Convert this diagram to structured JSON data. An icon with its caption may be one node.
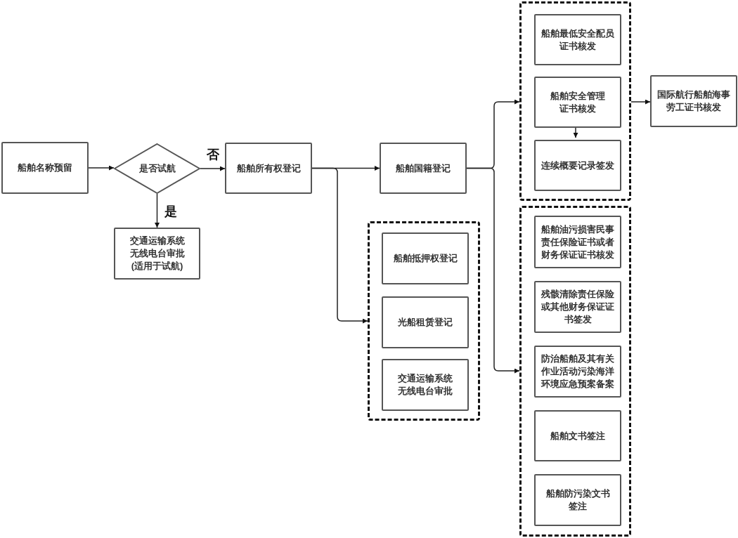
{
  "diagram": {
    "nodes": [
      {
        "text": [
          "船舶名称预留"
        ]
      },
      {
        "text": [
          "是否试航"
        ]
      },
      {
        "text": [
          "交通运输系统无线电台审批(适用于试航)"
        ]
      },
      {
        "text": [
          "船舶所有权登记"
        ]
      },
      {
        "text": [
          "船舶国籍登记"
        ]
      },
      {
        "text": [],
        "shape": "box"
      },
      {
        "text": [
          "船舶抵押权登记"
        ],
        "in": 5
      },
      {
        "text": [
          "光船租赁登记"
        ],
        "in": 5
      },
      {
        "text": [
          "交通运输系统无线电台审批"
        ],
        "in": 5
      },
      {
        "text": [],
        "shape": "box"
      },
      {
        "text": [
          "船舶最低安全配员证书核发"
        ],
        "in": 9
      },
      {
        "text": [
          "船舶安全管理证书核发"
        ],
        "in": 9
      },
      {
        "text": [
          "连续概要记录签发"
        ],
        "in": 9
      },
      {
        "text": [
          "国际航行船舶海事劳工证书核发"
        ]
      },
      {
        "text": [],
        "shape": "box"
      },
      {
        "text": [
          "船舶油污损害民事责任保险证书或者财务保证证书核发"
        ],
        "in": 14
      },
      {
        "text": [
          "残骸清除责任保险或其他财务保证证书签发"
        ],
        "in": 14
      },
      {
        "text": [
          "防治船舶及其有关作业活动污染海洋环境应急预案备案"
        ],
        "in": 14
      },
      {
        "text": [
          "船舶文书签注"
        ],
        "in": 14
      },
      {
        "text": [
          "船舶防污染文书签注"
        ],
        "in": 14
      }
    ],
    "edges": [
      {
        "from": 0,
        "to": 1,
        "arrow": "to"
      },
      {
        "from": 1,
        "to": 3,
        "arrow": "to",
        "label": "否"
      },
      {
        "from": 1,
        "to": 2,
        "arrow": "to",
        "label": "是"
      },
      {
        "from": 3,
        "to": 4,
        "arrow": "to"
      },
      {
        "from": 3,
        "to": 5,
        "arrow": "to"
      },
      {
        "from": 4,
        "to": 9,
        "arrow": "to"
      },
      {
        "from": 4,
        "to": 14,
        "arrow": "to"
      },
      {
        "from": 11,
        "to": 12,
        "arrow": "to"
      },
      {
        "from": 9,
        "to": 13,
        "arrow": "to"
      }
    ]
  }
}
